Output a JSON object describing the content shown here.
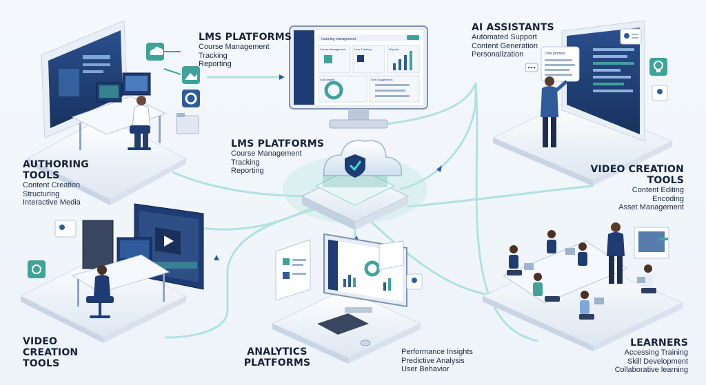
{
  "sections": {
    "lms_top": {
      "title": "LMS PLATFORMS",
      "items": [
        "Course Management",
        "Tracking",
        "Reporting"
      ]
    },
    "lms_center": {
      "title": "LMS PLATFORMS",
      "items": [
        "Course Management",
        "Tracking",
        "Reporting"
      ]
    },
    "ai": {
      "title": "AI ASSISTANTS",
      "items": [
        "Automated Support",
        "Content Generation",
        "Personalization"
      ]
    },
    "authoring": {
      "title_lines": [
        "AUTHORING",
        "TOOLS"
      ],
      "items": [
        "Content Creation",
        "Structuring",
        "Interactive Media"
      ]
    },
    "video_right": {
      "title_lines": [
        "VIDEO CREATION",
        "TOOLS"
      ],
      "items": [
        "Content Editing",
        "Encoding",
        "Asset Management"
      ]
    },
    "video_left": {
      "title_lines": [
        "VIDEO",
        "CREATION",
        "TOOLS"
      ]
    },
    "analytics": {
      "title_lines": [
        "ANALYTICS",
        "PLATFORMS"
      ],
      "items": [
        "Performance Insights",
        "Predictive Analysis",
        "User Behavior"
      ]
    },
    "learners": {
      "title": "LEARNERS",
      "items": [
        "Accessing Training",
        "Skill Development",
        "Collaborative learning"
      ]
    }
  },
  "lms_screen": {
    "header": "Learning management",
    "panels": [
      "Course Management",
      "User Tracking",
      "Reports",
      "Goal Assets",
      "Goal Suggestions"
    ]
  },
  "ai_screen": {
    "bubble": "Chat prompts"
  },
  "colors": {
    "navy": "#1f3b73",
    "teal": "#3fa39b",
    "connector": "#8fd6d2",
    "platform": "#e6edf6"
  },
  "icons": [
    "cloud-upload-icon",
    "image-icon",
    "gear-icon",
    "folder-icon",
    "shield-check-icon",
    "user-card-icon",
    "lightbulb-icon",
    "chat-icon"
  ]
}
